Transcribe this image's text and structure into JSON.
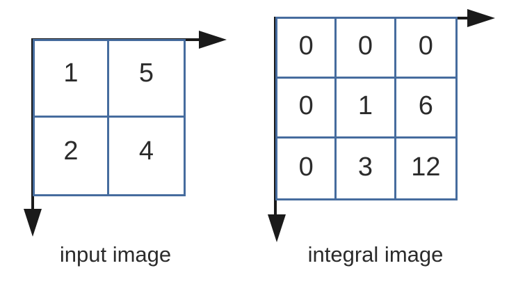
{
  "figure": {
    "diagrams": [
      {
        "id": "input",
        "label": "input image",
        "columns": 2,
        "rows": [
          [
            "1",
            "5"
          ],
          [
            "2",
            "4"
          ]
        ]
      },
      {
        "id": "integral",
        "label": "integral image",
        "columns": 3,
        "rows": [
          [
            "0",
            "0",
            "0"
          ],
          [
            "0",
            "1",
            "6"
          ],
          [
            "0",
            "3",
            "12"
          ]
        ]
      }
    ]
  },
  "colors": {
    "grid_line": "#466c9e",
    "axis": "#1a1a1a",
    "text": "#2b2b2b",
    "background": "#ffffff"
  }
}
